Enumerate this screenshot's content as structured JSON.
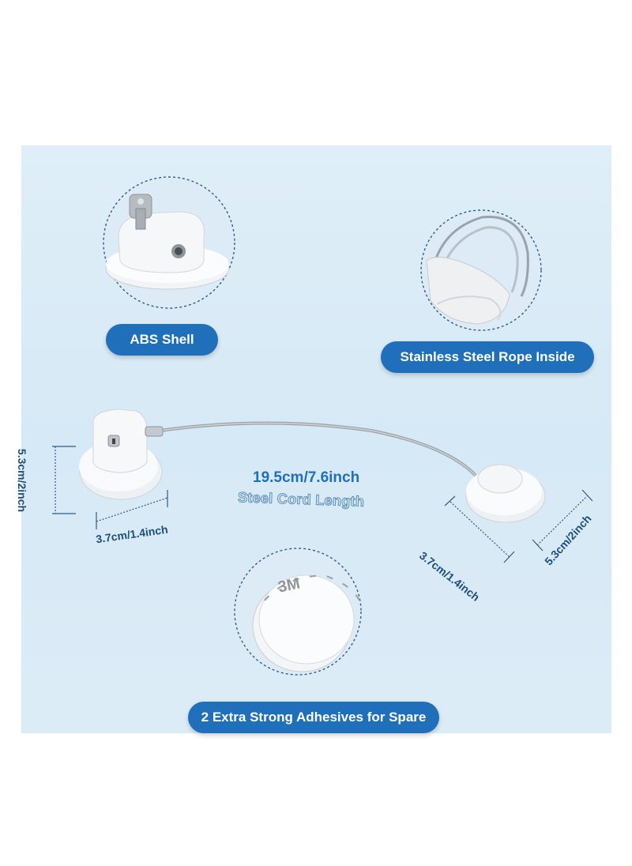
{
  "features": {
    "abs_shell": "ABS Shell",
    "steel_rope": "Stainless Steel Rope Inside",
    "adhesives": "2 Extra Strong Adhesives for Spare"
  },
  "cord": {
    "length": "19.5cm/7.6inch",
    "caption": "Steel Cord Length"
  },
  "dimensions": {
    "left_height": "5.3cm/2inch",
    "left_width": "3.7cm/1.4inch",
    "right_width": "3.7cm/1.4inch",
    "right_height": "5.3cm/2inch"
  },
  "adhesive_logo": "3M",
  "colors": {
    "accent": "#1f6fba",
    "background": "#d9eaf6",
    "dimension_text": "#1d4f7a"
  }
}
